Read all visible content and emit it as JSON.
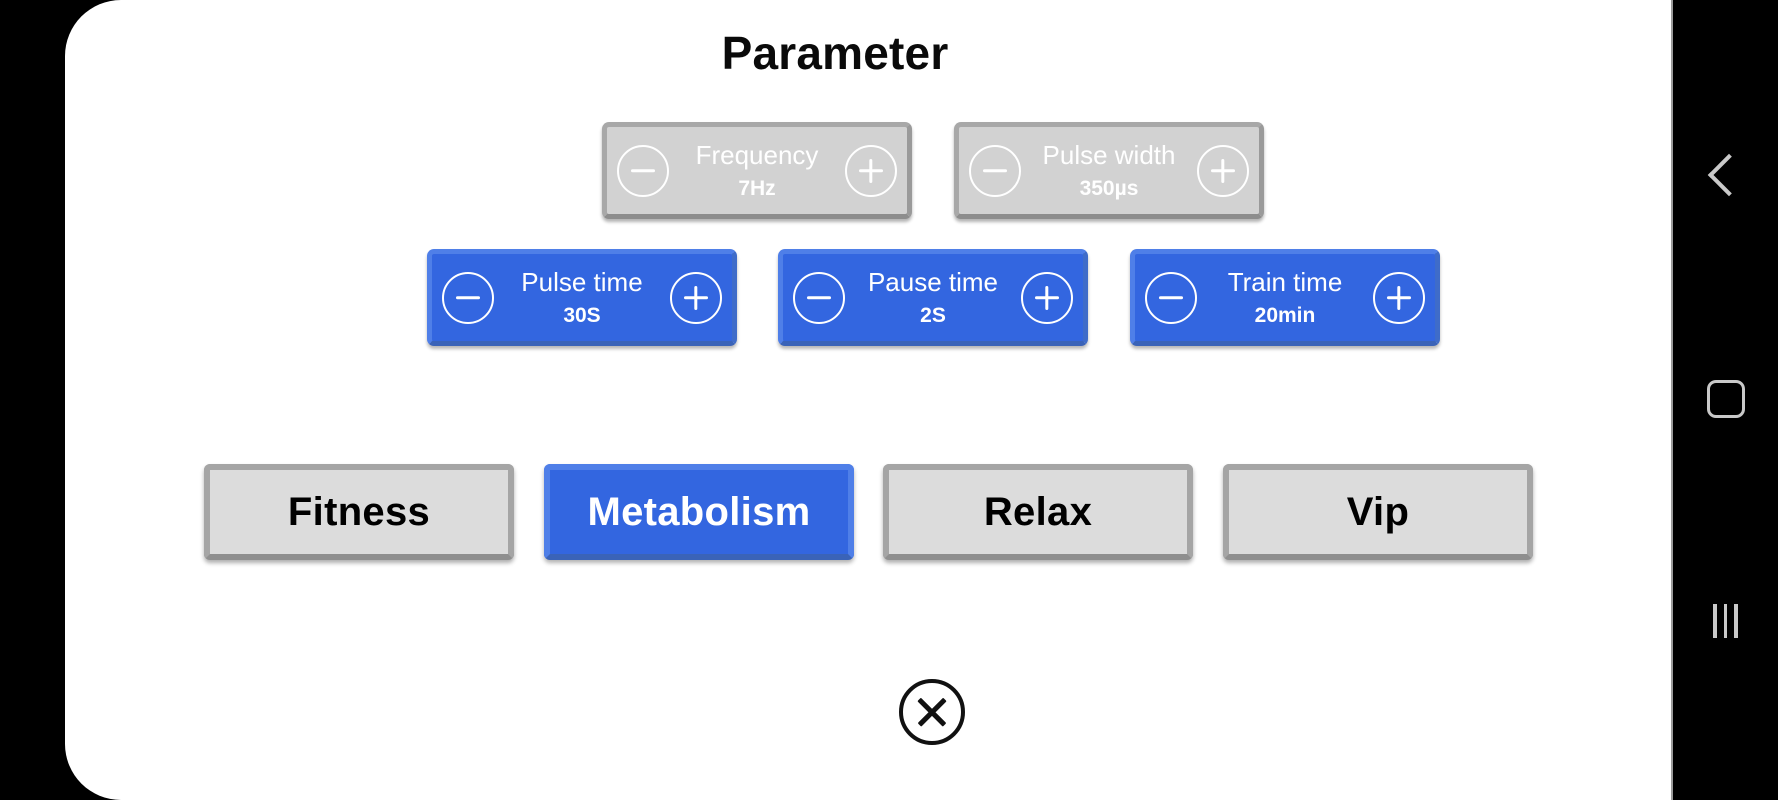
{
  "window": {
    "title": "Parameter",
    "card_background": "#ffffff",
    "screen_background": "#000000"
  },
  "theme": {
    "accent_blue": "#3366e0",
    "accent_blue_border": "#4f7fe8",
    "disabled_gray": "#d2d2d2",
    "disabled_gray_border": "#a8a8a8",
    "mode_off_bg": "#dcdcdc",
    "mode_off_border": "#a5a5a5",
    "text_white": "#ffffff",
    "text_black": "#000000",
    "nav_icon_gray": "#c9c9c9"
  },
  "parameters": {
    "row1": [
      {
        "name": "Frequency",
        "value": "7Hz",
        "state": "disabled",
        "decrement_icon": "minus-circle-icon",
        "increment_icon": "plus-circle-icon"
      },
      {
        "name": "Pulse width",
        "value": "350µs",
        "state": "disabled",
        "decrement_icon": "minus-circle-icon",
        "increment_icon": "plus-circle-icon"
      }
    ],
    "row2": [
      {
        "name": "Pulse time",
        "value": "30S",
        "state": "enabled",
        "decrement_icon": "minus-circle-icon",
        "increment_icon": "plus-circle-icon"
      },
      {
        "name": "Pause time",
        "value": "2S",
        "state": "enabled",
        "decrement_icon": "minus-circle-icon",
        "increment_icon": "plus-circle-icon"
      },
      {
        "name": "Train time",
        "value": "20min",
        "state": "enabled",
        "decrement_icon": "minus-circle-icon",
        "increment_icon": "plus-circle-icon"
      }
    ]
  },
  "modes": {
    "selected": "Metabolism",
    "items": [
      {
        "label": "Fitness",
        "selected": false
      },
      {
        "label": "Metabolism",
        "selected": true
      },
      {
        "label": "Relax",
        "selected": false
      },
      {
        "label": "Vip",
        "selected": false
      }
    ]
  },
  "close": {
    "icon": "close-circle-icon"
  },
  "nav_bar": {
    "items": [
      {
        "icon": "back-chevron-icon"
      },
      {
        "icon": "home-square-icon"
      },
      {
        "icon": "recents-bars-icon"
      }
    ]
  }
}
